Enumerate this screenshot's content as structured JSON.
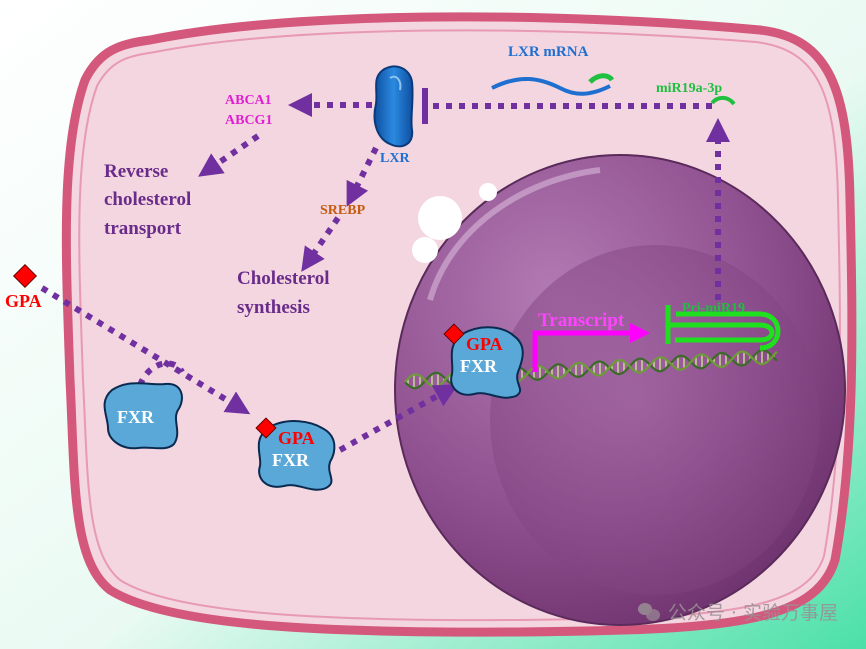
{
  "labels": {
    "lxr_mrna": "LXR mRNA",
    "mir19a": "miR19a-3p",
    "abca1": "ABCA1",
    "abcg1": "ABCG1",
    "lxr": "LXR",
    "reverse1": "Reverse",
    "reverse2": "cholesterol",
    "reverse3": "transport",
    "srebp": "SREBP",
    "chol1": "Cholesterol",
    "chol2": "synthesis",
    "gpa_outside": "GPA",
    "fxr_cyto": "FXR",
    "gpa_cyto": "GPA",
    "fxr_cyto_bound": "FXR",
    "gpa_nucleus": "GPA",
    "fxr_nucleus": "FXR",
    "transcript": "Transcript",
    "pri_mir19": "Pri-miR19"
  },
  "watermark": "公众号 · 实验万事屋",
  "colors": {
    "arrow_purple": "#7030a0",
    "blue_text": "#1f6fd0",
    "green": "#1fbf3f",
    "magenta_text": "#e020d0",
    "srebp_text": "#c55a11",
    "red": "#ff0000",
    "cell_fill": "#f2d6e0",
    "cell_border": "#d4587c",
    "nucleus": "#8e4f8e",
    "fxr_fill": "#5aa8d8"
  }
}
